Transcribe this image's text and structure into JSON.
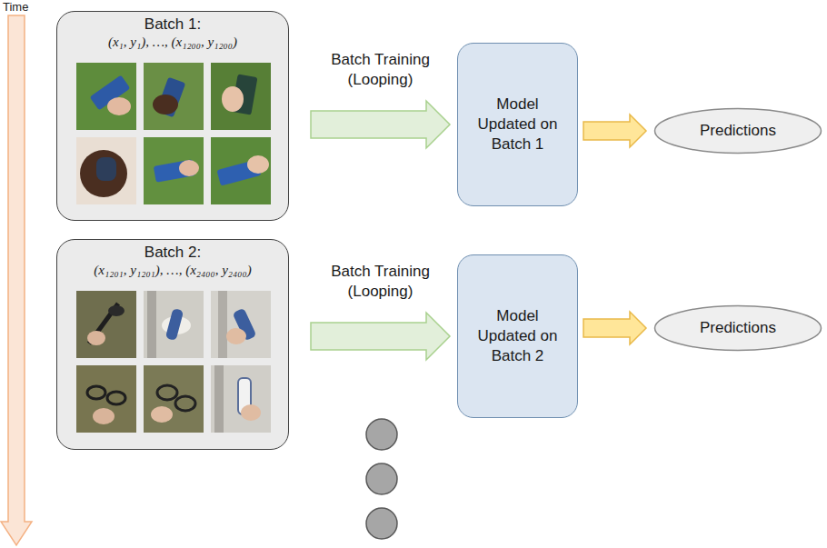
{
  "diagram": {
    "nodes": [
      {
        "text": [
          "Batch 1:",
          "(x₁, y₁), …, (x₁₂₀₀, y₁₂₀₀)"
        ]
      },
      {
        "text": [
          "Model Updated on Batch 1"
        ]
      },
      {
        "text": [
          "Predictions"
        ]
      },
      {
        "text": [
          "Batch 2:",
          "(x₁₂₀₁, y₁₂₀₁), …, (x₂₄₀₀, y₂₄₀₀)"
        ]
      },
      {
        "text": [
          "Model Updated on Batch 2"
        ]
      },
      {
        "text": [
          "Predictions"
        ]
      }
    ],
    "edges": [
      {
        "from": 0,
        "to": 1,
        "arrow": "to",
        "label": "Batch Training (Looping)"
      },
      {
        "from": 1,
        "to": 2,
        "arrow": "to"
      },
      {
        "from": 3,
        "to": 4,
        "arrow": "to",
        "label": "Batch Training (Looping)"
      },
      {
        "from": 4,
        "to": 5,
        "arrow": "to"
      }
    ],
    "labels": [
      "Time"
    ]
  }
}
